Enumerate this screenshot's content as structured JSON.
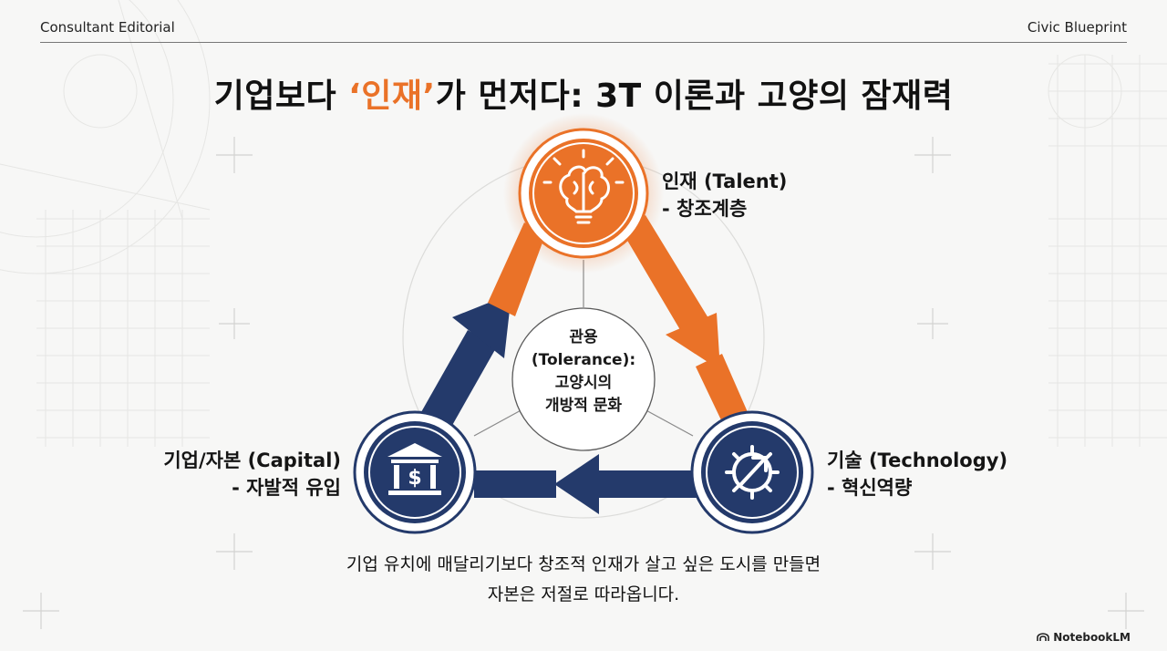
{
  "header": {
    "left": "Consultant Editorial",
    "right": "Civic Blueprint"
  },
  "title": {
    "before": "기업보다 ",
    "accent": "‘인재’",
    "after": "가 먼저다: 3T 이론과 고양의 잠재력"
  },
  "nodes": {
    "talent": {
      "line1": "인재 (Talent)",
      "line2": "- 창조계층",
      "icon": "brain-lightbulb-icon"
    },
    "technology": {
      "line1": "기술 (Technology)",
      "line2": "- 혁신역량",
      "icon": "gear-arrow-icon"
    },
    "capital": {
      "line1": "기업/자본 (Capital)",
      "line2": "- 자발적 유입",
      "icon": "bank-dollar-icon"
    }
  },
  "center": {
    "line1": "관용",
    "line2": "(Tolerance):",
    "line3": "고양시의",
    "line4": "개방적 문화"
  },
  "bottom": {
    "line1": "기업 유치에 매달리기보다 창조적 인재가 살고 싶은 도시를 만들면",
    "line2": "자본은 저절로 따라옵니다."
  },
  "watermark": "NotebookLM",
  "colors": {
    "orange": "#ea7228",
    "navy": "#243a6b",
    "text": "#111111"
  }
}
